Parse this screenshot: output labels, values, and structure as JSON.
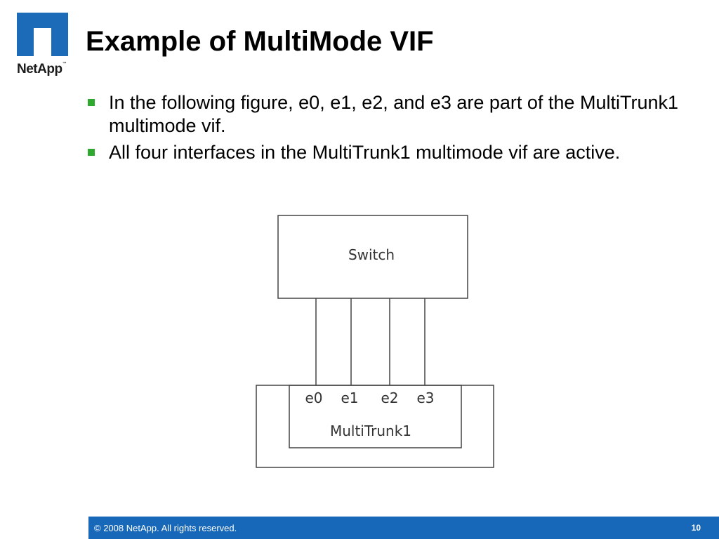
{
  "logo": {
    "text": "NetApp",
    "tm": "™",
    "brand_color": "#1c6bb8"
  },
  "title": "Example of MultiMode VIF",
  "bullets": [
    "In the following figure, e0, e1, e2, and e3 are part of the MultiTrunk1 multimode vif.",
    "All four interfaces in the MultiTrunk1 multimode vif are active."
  ],
  "bullet_color": "#2fa82f",
  "diagram": {
    "switch_label": "Switch",
    "interfaces": [
      "e0",
      "e1",
      "e2",
      "e3"
    ],
    "vif_label": "MultiTrunk1"
  },
  "footer": {
    "copyright": "© 2008 NetApp.  All rights reserved.",
    "page_number": "10",
    "color": "#1768b8"
  }
}
